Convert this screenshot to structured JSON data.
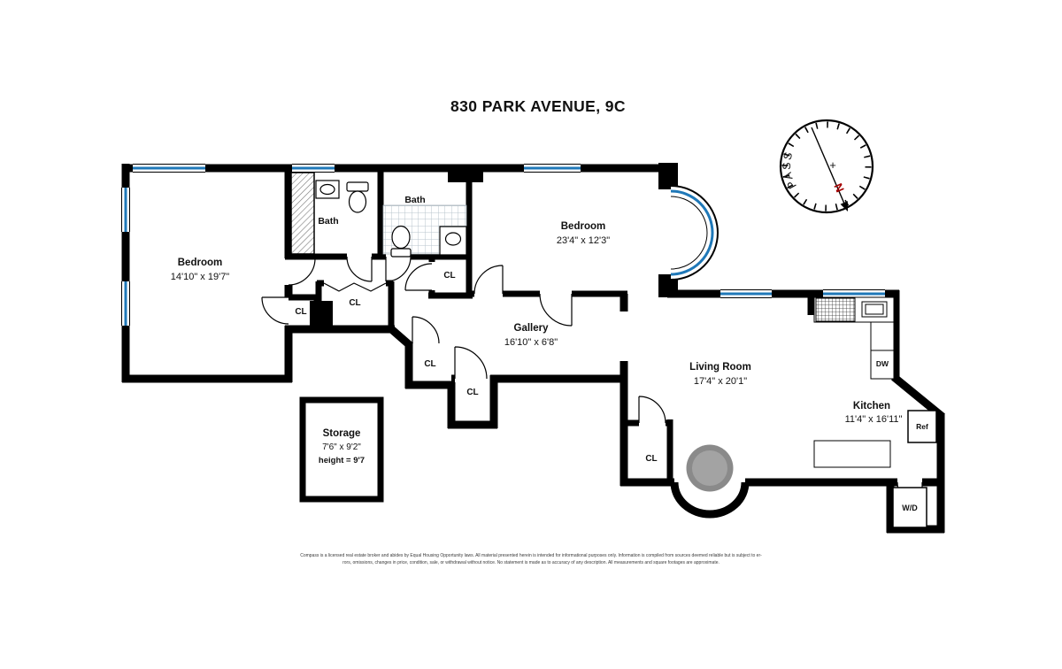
{
  "title": "830 PARK AVENUE, 9C",
  "compass": {
    "label": "COMPASS",
    "north": "N",
    "plus": "+"
  },
  "rooms": {
    "bedroom_left": {
      "name": "Bedroom",
      "dims": "14'10\" x 19'7\""
    },
    "bedroom_top": {
      "name": "Bedroom",
      "dims": "23'4\" x 12'3\""
    },
    "bath_left": {
      "name": "Bath"
    },
    "bath_right": {
      "name": "Bath"
    },
    "gallery": {
      "name": "Gallery",
      "dims": "16'10\" x 6'8\""
    },
    "living_room": {
      "name": "Living Room",
      "dims": "17'4\" x 20'1\""
    },
    "kitchen": {
      "name": "Kitchen",
      "dims": "11'4\" x 16'11\""
    },
    "storage": {
      "name": "Storage",
      "dims": "7'6\" x 9'2\"",
      "height": "height = 9'7"
    }
  },
  "labels": {
    "closet": "CL",
    "dishwasher": "DW",
    "refrigerator": "Ref",
    "washer_dryer": "W/D"
  },
  "colors": {
    "wall": "#000000",
    "window": "#1f78b8"
  },
  "disclaimer": {
    "line1": "Compass is a licensed real estate broker and abides by Equal Housing Opportunity laws. All material presented herein is intended for informational purposes only. Information is compiled from sources deemed reliable but is subject to er-",
    "line2": "rors, omissions, changes in price, condition, sale, or withdrawal without notice. No statement is made as to accuracy of any description. All measurements and square footages are approximate."
  }
}
